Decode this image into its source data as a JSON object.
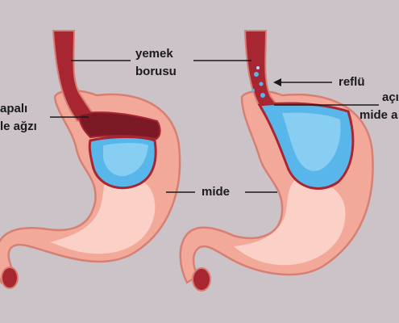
{
  "labels": {
    "esophagus_line1": "yemek",
    "esophagus_line2": "borusu",
    "closed_line1": "apalı",
    "closed_line2": "le ağzı",
    "reflux": "reflü",
    "open_line1": "açı",
    "open_line2": "mide a",
    "stomach": "mide"
  },
  "colors": {
    "background": "#ccc3c9",
    "stomach_fill": "#f3a99a",
    "stomach_light": "#fbd0c6",
    "stomach_outline": "#d77f73",
    "esophagus": "#a72632",
    "esophagus_dark": "#7b1a24",
    "acid": "#58b6ea",
    "acid_light": "#a9dcf6",
    "line": "#1a1a1a"
  }
}
